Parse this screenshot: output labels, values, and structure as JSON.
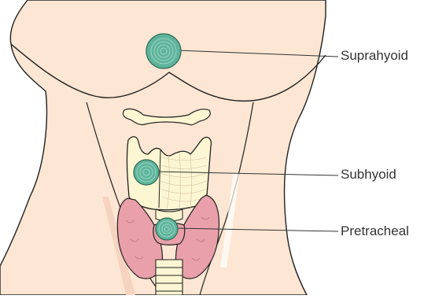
{
  "labels": {
    "suprahyoid": "Suprahyoid",
    "subhyoid": "Subhyoid",
    "pretracheal": "Pretracheal"
  },
  "colors": {
    "skin": "#fde6d3",
    "outline": "#222222",
    "cartilage": "#fdf6d2",
    "thyroid": "#e9a0aa",
    "cyst": "#5fb59c",
    "leader": "#333333"
  },
  "icons": {
    "cyst_marker": "concentric-circle-icon"
  }
}
